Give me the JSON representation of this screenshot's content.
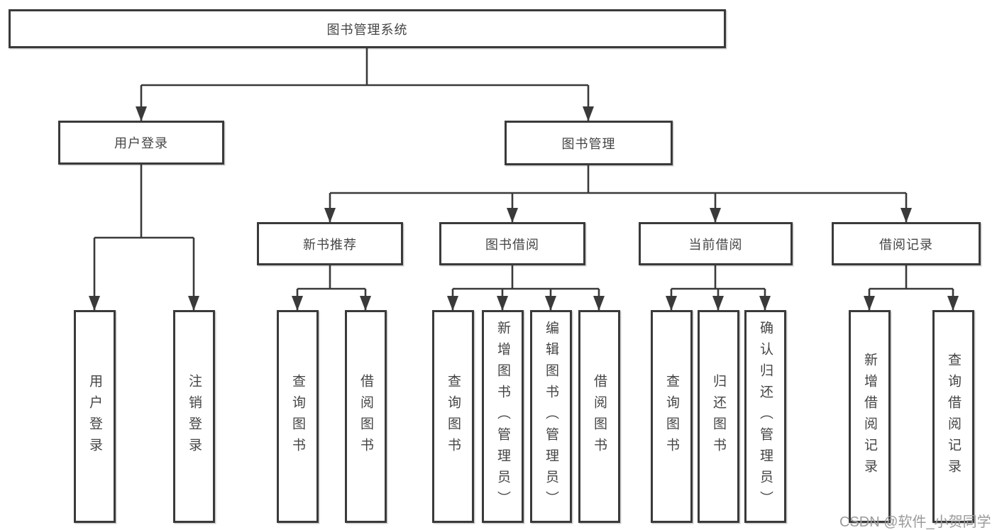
{
  "diagram_title": "图书管理系统",
  "nodes": [
    {
      "id": "root",
      "label": "图书管理系统"
    },
    {
      "id": "user-login",
      "label": "用户登录"
    },
    {
      "id": "book-management",
      "label": "图书管理"
    },
    {
      "id": "new-book-recommendation",
      "label": "新书推荐"
    },
    {
      "id": "book-borrowing",
      "label": "图书借阅"
    },
    {
      "id": "current-borrowing",
      "label": "当前借阅"
    },
    {
      "id": "borrowing-records",
      "label": "借阅记录"
    },
    {
      "id": "leaf-user-login",
      "label": "用户登录"
    },
    {
      "id": "leaf-logout",
      "label": "注销登录"
    },
    {
      "id": "leaf-query-books-recommend",
      "label": "查询图书"
    },
    {
      "id": "leaf-borrow-books-recommend",
      "label": "借阅图书"
    },
    {
      "id": "leaf-query-books-borrowing",
      "label": "查询图书"
    },
    {
      "id": "leaf-add-books-admin",
      "label": "新增图书（管理员）"
    },
    {
      "id": "leaf-edit-books-admin",
      "label": "编辑图书（管理员）"
    },
    {
      "id": "leaf-borrow-books-borrowing",
      "label": "借阅图书"
    },
    {
      "id": "leaf-query-books-current",
      "label": "查询图书"
    },
    {
      "id": "leaf-return-books",
      "label": "归还图书"
    },
    {
      "id": "leaf-confirm-return-admin",
      "label": "确认归还（管理员）"
    },
    {
      "id": "leaf-add-borrowing-record",
      "label": "新增借阅记录"
    },
    {
      "id": "leaf-query-borrowing-record",
      "label": "查询借阅记录"
    }
  ],
  "watermark": "CSDN @软件_小贺同学",
  "colors": {
    "line": "#3a3a3a",
    "text": "#454545",
    "background": "#ffffff",
    "watermark": "#9b9b9b"
  }
}
